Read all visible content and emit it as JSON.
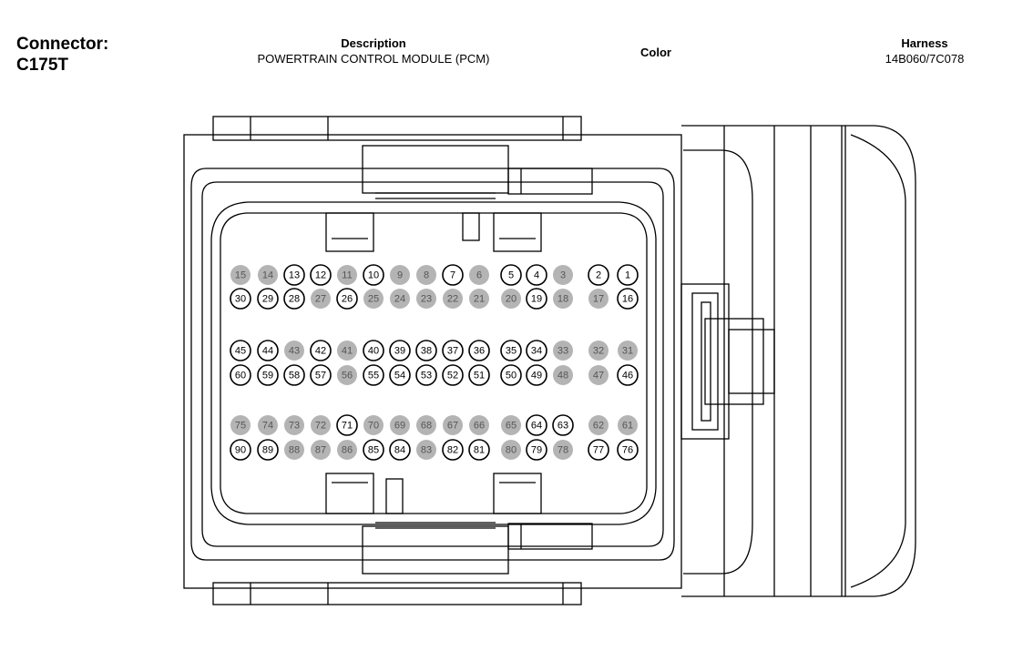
{
  "header": {
    "connector_label": "Connector:",
    "connector_id": "C175T",
    "description_title": "Description",
    "description_value": "POWERTRAIN CONTROL MODULE (PCM)",
    "color_title": "Color",
    "harness_title": "Harness",
    "harness_value": "14B060/7C078"
  },
  "colors": {
    "line": "#000000",
    "pin_unused_fill": "#b4b4b4",
    "pin_unused_text": "#555555",
    "pin_used_fill": "#ffffff"
  },
  "pin_rows": [
    {
      "pins": [
        {
          "n": "15",
          "used": false
        },
        {
          "n": "14",
          "used": false
        },
        {
          "n": "13",
          "used": true
        },
        {
          "n": "12",
          "used": true
        },
        {
          "n": "11",
          "used": false
        },
        {
          "n": "10",
          "used": true
        },
        {
          "n": "9",
          "used": false
        },
        {
          "n": "8",
          "used": false
        },
        {
          "n": "7",
          "used": true
        },
        {
          "n": "6",
          "used": false
        },
        {
          "n": "5",
          "used": true
        },
        {
          "n": "4",
          "used": true
        },
        {
          "n": "3",
          "used": false
        },
        {
          "n": "2",
          "used": true
        },
        {
          "n": "1",
          "used": true
        }
      ]
    },
    {
      "pins": [
        {
          "n": "30",
          "used": true
        },
        {
          "n": "29",
          "used": true
        },
        {
          "n": "28",
          "used": true
        },
        {
          "n": "27",
          "used": false
        },
        {
          "n": "26",
          "used": true
        },
        {
          "n": "25",
          "used": false
        },
        {
          "n": "24",
          "used": false
        },
        {
          "n": "23",
          "used": false
        },
        {
          "n": "22",
          "used": false
        },
        {
          "n": "21",
          "used": false
        },
        {
          "n": "20",
          "used": false
        },
        {
          "n": "19",
          "used": true
        },
        {
          "n": "18",
          "used": false
        },
        {
          "n": "17",
          "used": false
        },
        {
          "n": "16",
          "used": true
        }
      ]
    },
    {
      "pins": [
        {
          "n": "45",
          "used": true
        },
        {
          "n": "44",
          "used": true
        },
        {
          "n": "43",
          "used": false
        },
        {
          "n": "42",
          "used": true
        },
        {
          "n": "41",
          "used": false
        },
        {
          "n": "40",
          "used": true
        },
        {
          "n": "39",
          "used": true
        },
        {
          "n": "38",
          "used": true
        },
        {
          "n": "37",
          "used": true
        },
        {
          "n": "36",
          "used": true
        },
        {
          "n": "35",
          "used": true
        },
        {
          "n": "34",
          "used": true
        },
        {
          "n": "33",
          "used": false
        },
        {
          "n": "32",
          "used": false
        },
        {
          "n": "31",
          "used": false
        }
      ]
    },
    {
      "pins": [
        {
          "n": "60",
          "used": true
        },
        {
          "n": "59",
          "used": true
        },
        {
          "n": "58",
          "used": true
        },
        {
          "n": "57",
          "used": true
        },
        {
          "n": "56",
          "used": false
        },
        {
          "n": "55",
          "used": true
        },
        {
          "n": "54",
          "used": true
        },
        {
          "n": "53",
          "used": true
        },
        {
          "n": "52",
          "used": true
        },
        {
          "n": "51",
          "used": true
        },
        {
          "n": "50",
          "used": true
        },
        {
          "n": "49",
          "used": true
        },
        {
          "n": "48",
          "used": false
        },
        {
          "n": "47",
          "used": false
        },
        {
          "n": "46",
          "used": true
        }
      ]
    },
    {
      "pins": [
        {
          "n": "75",
          "used": false
        },
        {
          "n": "74",
          "used": false
        },
        {
          "n": "73",
          "used": false
        },
        {
          "n": "72",
          "used": false
        },
        {
          "n": "71",
          "used": true
        },
        {
          "n": "70",
          "used": false
        },
        {
          "n": "69",
          "used": false
        },
        {
          "n": "68",
          "used": false
        },
        {
          "n": "67",
          "used": false
        },
        {
          "n": "66",
          "used": false
        },
        {
          "n": "65",
          "used": false
        },
        {
          "n": "64",
          "used": true
        },
        {
          "n": "63",
          "used": true
        },
        {
          "n": "62",
          "used": false
        },
        {
          "n": "61",
          "used": false
        }
      ]
    },
    {
      "pins": [
        {
          "n": "90",
          "used": true
        },
        {
          "n": "89",
          "used": true
        },
        {
          "n": "88",
          "used": false
        },
        {
          "n": "87",
          "used": false
        },
        {
          "n": "86",
          "used": false
        },
        {
          "n": "85",
          "used": true
        },
        {
          "n": "84",
          "used": true
        },
        {
          "n": "83",
          "used": false
        },
        {
          "n": "82",
          "used": true
        },
        {
          "n": "81",
          "used": true
        },
        {
          "n": "80",
          "used": false
        },
        {
          "n": "79",
          "used": true
        },
        {
          "n": "78",
          "used": false
        },
        {
          "n": "77",
          "used": true
        },
        {
          "n": "76",
          "used": true
        }
      ]
    }
  ]
}
